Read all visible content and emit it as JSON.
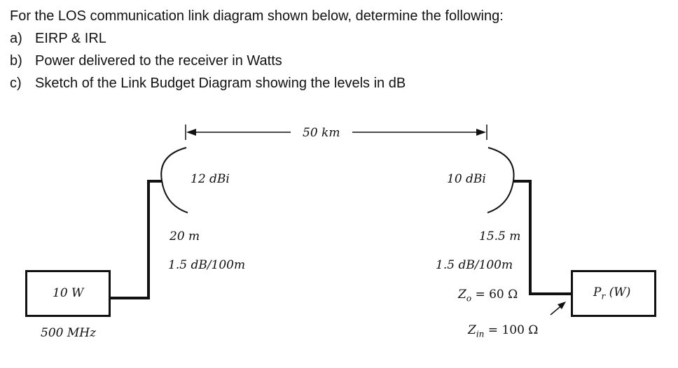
{
  "question": {
    "intro": "For the LOS communication link diagram shown below, determine the following:",
    "parts": [
      {
        "label": "a)",
        "text": "EIRP & IRL"
      },
      {
        "label": "b)",
        "text": "Power delivered to the receiver in Watts"
      },
      {
        "label": "c)",
        "text": "Sketch of the Link Budget Diagram showing the levels in dB"
      }
    ]
  },
  "diagram": {
    "distance": "50 km",
    "tx_antenna_gain": "12 dBi",
    "rx_antenna_gain": "10 dBi",
    "tx_line_length": "20 m",
    "tx_line_loss": "1.5 dB/100m",
    "rx_line_length": "15.5 m",
    "rx_line_loss": "1.5 dB/100m",
    "tx_power": "10 W",
    "frequency": "500 MHz",
    "rx_box_label_main": "P",
    "rx_box_label_sub": "r",
    "rx_box_label_tail": " (W)",
    "z0_main": "Z",
    "z0_sub": "o",
    "z0_value": " = 60 Ω",
    "zin_main": "Z",
    "zin_sub": "in",
    "zin_value": " = 100 Ω"
  }
}
